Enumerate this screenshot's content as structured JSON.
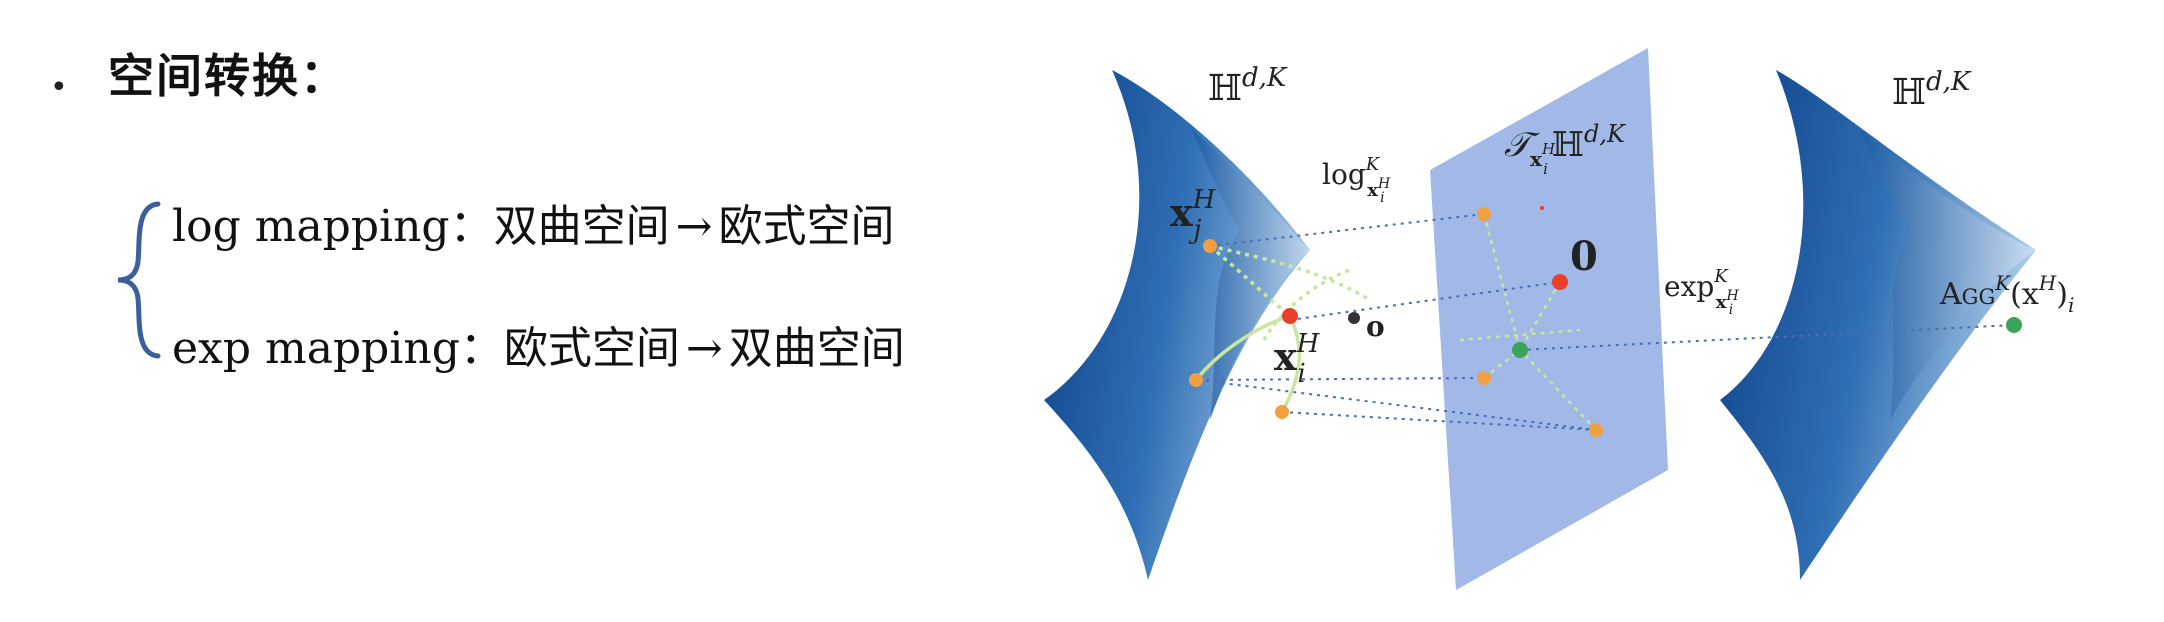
{
  "slide": {
    "bullet": "•",
    "heading": "空间转换："
  },
  "mappings": [
    {
      "name": "log mapping",
      "colon": "：",
      "from": "双曲空间",
      "arrow": "→",
      "to": "欧式空间"
    },
    {
      "name": "exp mapping",
      "colon": "：",
      "from": "欧式空间",
      "arrow": "→",
      "to": "双曲空间"
    }
  ],
  "diagram": {
    "left_space_label": "ℍ",
    "left_space_sup": "d,K",
    "right_space_label": "ℍ",
    "right_space_sup": "d,K",
    "tangent_label": "𝒯",
    "tangent_sub": "x",
    "tangent_subsup": "H",
    "tangent_subsub": "i",
    "tangent_space": "ℍ",
    "tangent_space_sup": "d,K",
    "log_label": "log",
    "log_sup": "K",
    "log_sub": "x",
    "log_subsup": "H",
    "log_subsub": "i",
    "exp_label": "exp",
    "exp_sup": "K",
    "exp_sub": "x",
    "exp_subsup": "H",
    "exp_subsub": "i",
    "xj_label": "x",
    "xj_sup": "H",
    "xj_sub": "j",
    "xi_label": "x",
    "xi_sup": "H",
    "xi_sub": "i",
    "origin_h_label": "o",
    "origin_t_label": "0",
    "agg_label": "Agg",
    "agg_sup": "K",
    "agg_arg": "(x",
    "agg_arg_sup": "H",
    "agg_close": ")",
    "agg_sub": "i",
    "colors": {
      "manifold_dark": "#0d3f86",
      "manifold_light": "#7fb1dd",
      "tangent_plane": "#9db5e6",
      "point_orange": "#f0a040",
      "point_red": "#e8402a",
      "point_green": "#3aa55a",
      "point_dark": "#333333",
      "dotted_link": "#4a6fb8",
      "geodesic": "#c8e6a0"
    }
  }
}
